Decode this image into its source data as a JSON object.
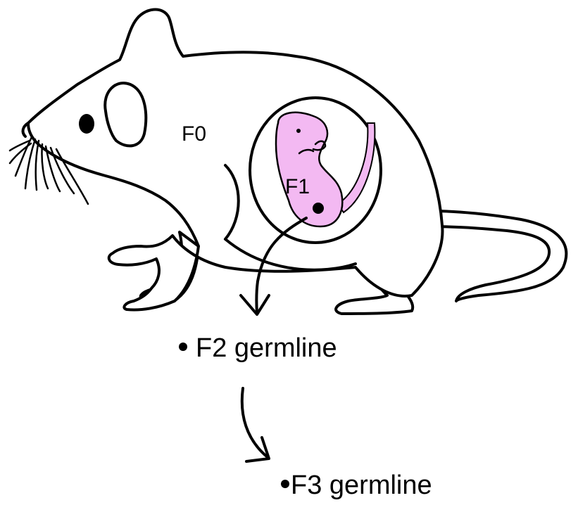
{
  "labels": {
    "f0": "F0",
    "f1": "F1",
    "f2": "F2 germline",
    "f3": "F3 germline"
  },
  "colors": {
    "embryo_fill": "#f3b9f2",
    "outline": "#000000",
    "background": "#ffffff"
  }
}
